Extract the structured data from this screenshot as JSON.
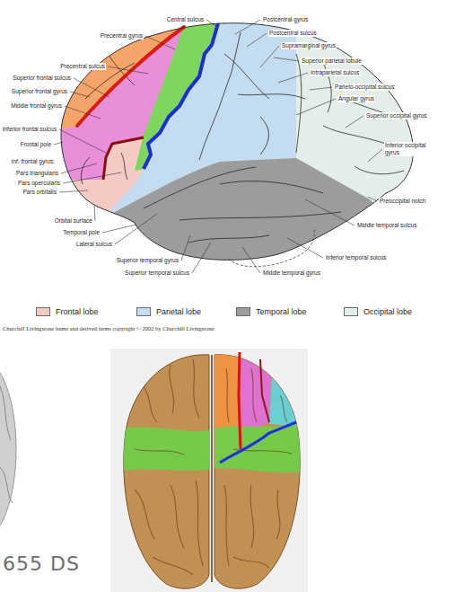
{
  "diagram": {
    "labels": [
      "Central sulcus",
      "Postcentral gyrus",
      "Precentral gyrus",
      "Postcentral sulcus",
      "Supramarginal gyrus",
      "Superior parietal lobule",
      "Precentral sulcus",
      "Intraparietal sulcus",
      "Superior frontal sulcus",
      "Parieto-occipital sulcus",
      "Superior frontal gyrus",
      "Angular gyrus",
      "Middle frontal gyrus",
      "Superior occipital gyrus",
      "Inferior frontal sulcus",
      "Frontal pole",
      "Inferior occipital gyrus",
      "Inf. frontal gyrus:",
      "Pars triangularis",
      "Pars opercularis",
      "Pars orbitalis",
      "Preoccipital notch",
      "Orbital surface",
      "Middle temporal sulcus",
      "Temporal pole",
      "Lateral sulcus",
      "Inferior temporal sulcus",
      "Superior temporal gyrus",
      "Superior temporal sulcus",
      "Middle temporal gyrus",
      "Churchill Livingstone items and derived items copyright © 2002 by Churchill Livingstone",
      "655 DS"
    ],
    "legend": [
      {
        "text": "Frontal lobe",
        "color": "#f3cbc4"
      },
      {
        "text": "Parietal lobe",
        "color": "#c4dcf0"
      },
      {
        "text": "Temporal lobe",
        "color": "#9c9c9c"
      },
      {
        "text": "Occipital lobe",
        "color": "#e3eee9"
      }
    ]
  }
}
